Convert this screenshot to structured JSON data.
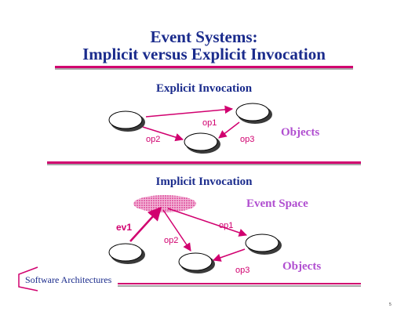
{
  "title": {
    "line1": "Event Systems:",
    "line2": "Implicit versus Explicit Invocation"
  },
  "explicit": {
    "heading": "Explicit Invocation",
    "objects_label": "Objects",
    "edges": [
      "op1",
      "op2",
      "op3"
    ]
  },
  "implicit": {
    "heading": "Implicit Invocation",
    "event_space_label": "Event Space",
    "objects_label": "Objects",
    "event_label": "ev1",
    "edges": [
      "op1",
      "op2",
      "op3"
    ]
  },
  "footer": {
    "text": "Software Architectures",
    "page_number": "5"
  },
  "colors": {
    "heading": "#1a2b8c",
    "accent": "#d1006f",
    "label": "#b04ed0",
    "rule_shadow": "#a8a8a8"
  }
}
